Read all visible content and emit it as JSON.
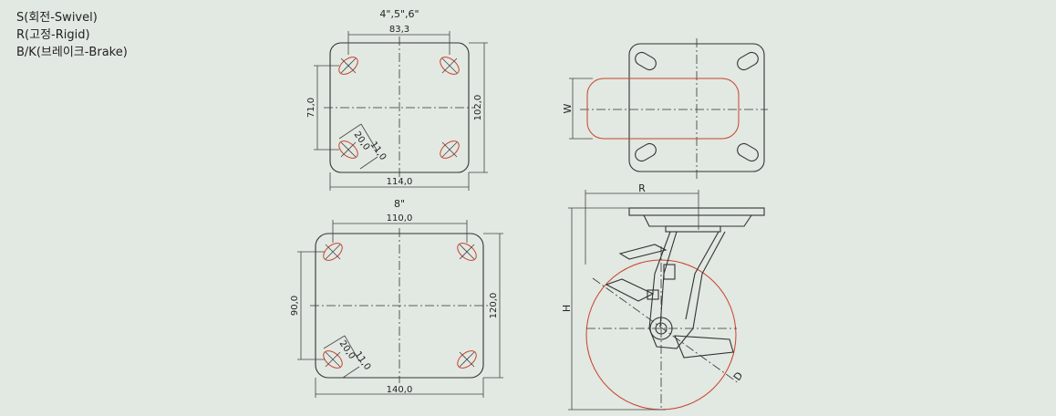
{
  "legend": {
    "line1": "S(회전-Swivel)",
    "line2": "R(고정-Rigid)",
    "line3": "B/K(브레이크-Brake)"
  },
  "plate_small": {
    "sizes_label": "4\",5\",6\"",
    "hole_spacing_x": "83,3",
    "hole_spacing_y": "71,0",
    "height": "102,0",
    "width": "114,0",
    "slot_a": "20,0",
    "slot_b": "11,0"
  },
  "plate_large": {
    "size_label": "8\"",
    "hole_spacing_x": "110,0",
    "hole_spacing_y": "90,0",
    "height": "120,0",
    "width": "140,0",
    "slot_a": "20,0",
    "slot_b": "11,0"
  },
  "side_views": {
    "w_label": "W",
    "r_label": "R",
    "h_label": "H",
    "d_label": "D"
  },
  "colors": {
    "background": "#e2e8e2",
    "line": "#333333",
    "accent_red": "#c8432b"
  }
}
